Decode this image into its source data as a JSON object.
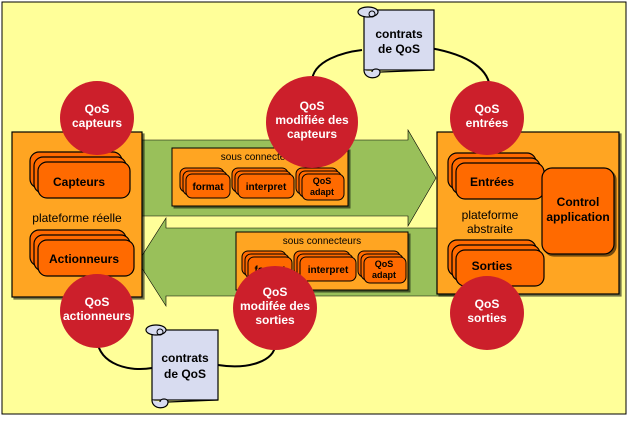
{
  "colors": {
    "background": "#ffff99",
    "platform": "#ffa522",
    "box_orange": "#ff6a00",
    "qos_circle": "#cc1f2b",
    "arrow_green": "#99c05a",
    "scroll": "#d8dcf0"
  },
  "scrolls": {
    "top": {
      "line1": "contrats",
      "line2": "de QoS"
    },
    "bottom": {
      "line1": "contrats",
      "line2": "de QoS"
    }
  },
  "qos": {
    "capteurs": {
      "line1": "QoS",
      "line2": "capteurs"
    },
    "modifiee_capteurs": {
      "line1": "QoS",
      "line2": "modifiée des",
      "line3": "capteurs"
    },
    "entrees": {
      "line1": "QoS",
      "line2": "entrées"
    },
    "actionneurs": {
      "line1": "QoS",
      "line2": "actionneurs"
    },
    "modifee_sorties": {
      "line1": "QoS",
      "line2": "modifée des",
      "line3": "sorties"
    },
    "sorties": {
      "line1": "QoS",
      "line2": "sorties"
    }
  },
  "real_platform": {
    "label": "plateforme réelle",
    "capteurs": "Capteurs",
    "actionneurs": "Actionneurs"
  },
  "abstract_platform": {
    "label_line1": "plateforme",
    "label_line2": "abstraite",
    "entrees": "Entrées",
    "sorties": "Sorties",
    "control_line1": "Control",
    "control_line2": "application"
  },
  "connectors_top": {
    "title": "sous connecteurs",
    "format": "format",
    "interpret": "interpret",
    "qos_line1": "QoS",
    "qos_line2": "adapt"
  },
  "connectors_bottom": {
    "title": "sous connecteurs",
    "format": "format",
    "interpret": "interpret",
    "qos_line1": "QoS",
    "qos_line2": "adapt"
  }
}
